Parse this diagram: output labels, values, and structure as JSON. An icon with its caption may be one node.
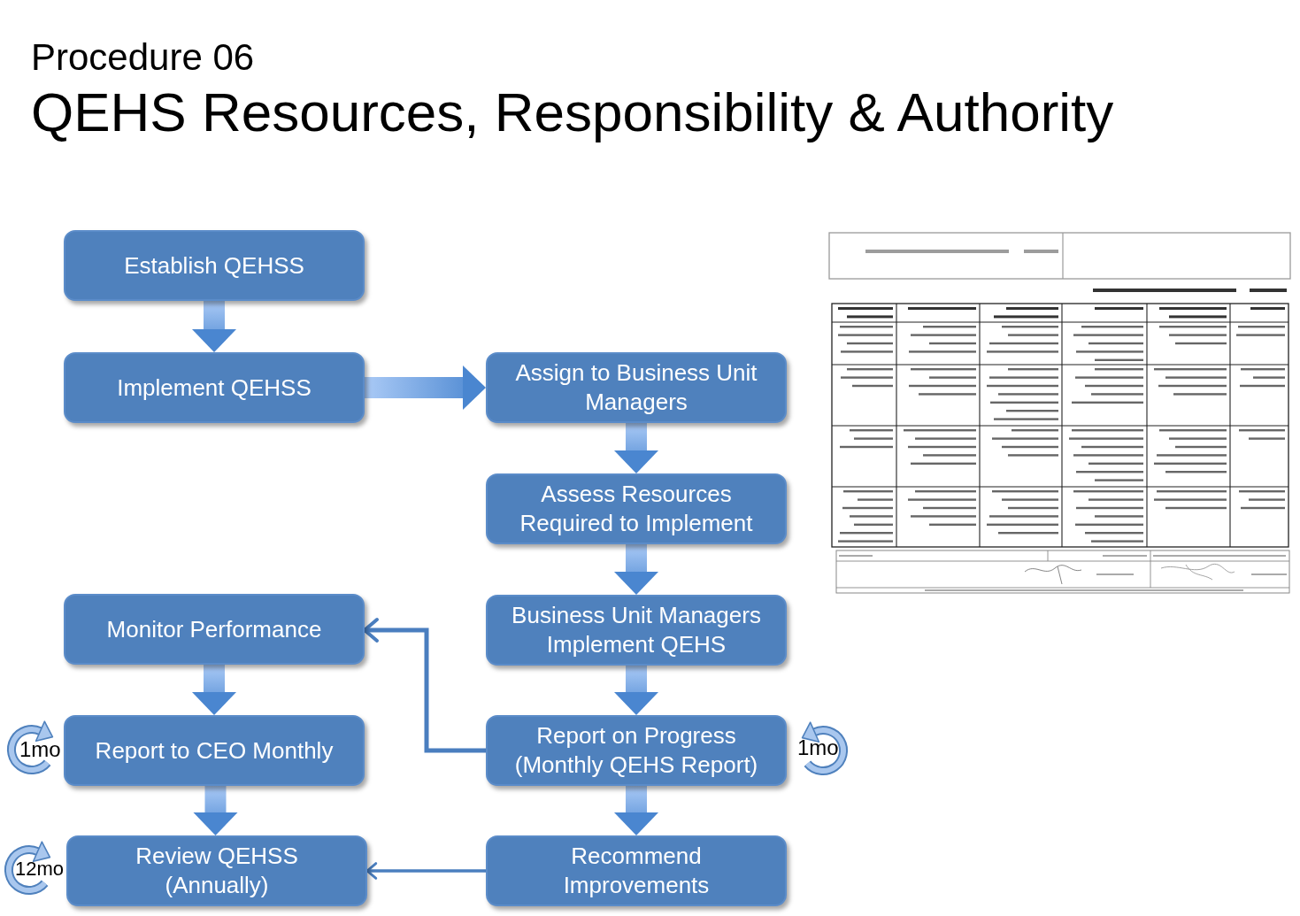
{
  "diagram": {
    "title": "QEHS Resources, Responsibility & Authority",
    "nodes": [
      {
        "text": [
          "Establish QEHSS"
        ]
      },
      {
        "text": [
          "Implement QEHSS"
        ]
      },
      {
        "text": [
          "Assign to Business Unit Managers"
        ]
      },
      {
        "text": [
          "Assess Resources Required to Implement"
        ]
      },
      {
        "text": [
          "Monitor Performance"
        ]
      },
      {
        "text": [
          "Business Unit Managers Implement QEHS"
        ]
      },
      {
        "text": [
          "Report to CEO Monthly"
        ],
        "beside": [
          "1mo"
        ]
      },
      {
        "text": [
          "Report on Progress (Monthly QEHS Report)"
        ],
        "beside": [
          "1mo"
        ]
      },
      {
        "text": [
          "Review QEHSS (Annually)"
        ],
        "beside": [
          "12mo"
        ]
      },
      {
        "text": [
          "Recommend Improvements"
        ]
      }
    ],
    "edges": [
      {
        "from": 0,
        "to": 1,
        "arrow": "to",
        "style": "thick"
      },
      {
        "from": 1,
        "to": 2,
        "arrow": "to",
        "style": "thick"
      },
      {
        "from": 2,
        "to": 3,
        "arrow": "to",
        "style": "thick"
      },
      {
        "from": 3,
        "to": 5,
        "arrow": "to",
        "style": "thick"
      },
      {
        "from": 5,
        "to": 7,
        "arrow": "to",
        "style": "thick"
      },
      {
        "from": 7,
        "to": 9,
        "arrow": "to",
        "style": "thick"
      },
      {
        "from": 4,
        "to": 6,
        "arrow": "to",
        "style": "thick"
      },
      {
        "from": 6,
        "to": 8,
        "arrow": "to",
        "style": "thick"
      },
      {
        "from": 7,
        "to": 4,
        "arrow": "to"
      },
      {
        "from": 9,
        "to": 8,
        "arrow": "to"
      }
    ],
    "labels": [
      "Procedure 06"
    ]
  }
}
